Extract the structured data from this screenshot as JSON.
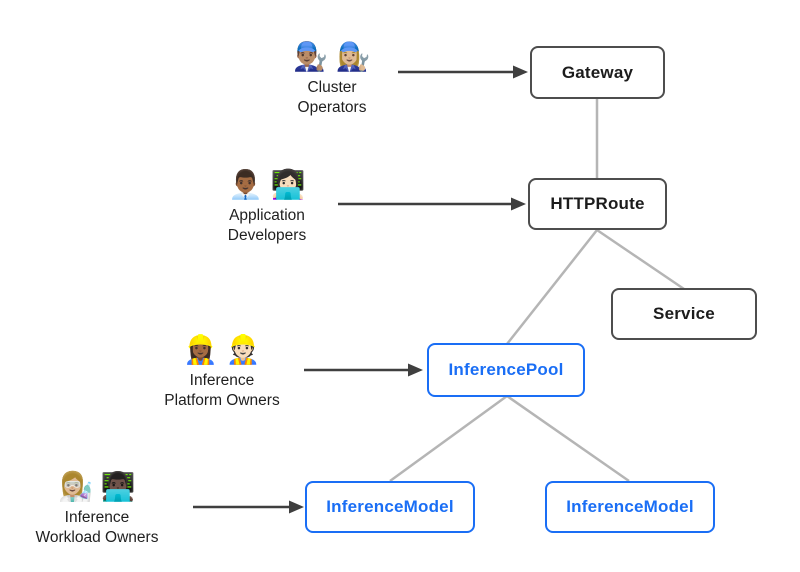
{
  "diagram": {
    "personas": [
      {
        "emojis": "👨🏽‍🔧 👩🏼‍🔧",
        "line1": "Cluster",
        "line2": "Operators"
      },
      {
        "emojis": "👨🏾‍💼 👩🏻‍💻",
        "line1": "Application",
        "line2": "Developers"
      },
      {
        "emojis": "👷🏾‍♀️ 👷🏻",
        "line1": "Inference",
        "line2": "Platform Owners"
      },
      {
        "emojis": "👩🏼‍🔬 👨🏿‍💻",
        "line1": "Inference",
        "line2": "Workload Owners"
      }
    ],
    "nodes": [
      {
        "label": "Gateway",
        "style": "standard"
      },
      {
        "label": "HTTPRoute",
        "style": "standard"
      },
      {
        "label": "Service",
        "style": "standard"
      },
      {
        "label": "InferencePool",
        "style": "inference"
      },
      {
        "label": "InferenceModel",
        "style": "inference"
      },
      {
        "label": "InferenceModel",
        "style": "inference"
      }
    ],
    "colors": {
      "standard_node_border": "#4d4d4d",
      "standard_node_text": "#1c1c1c",
      "inference_node_border": "#1a6ef5",
      "inference_node_text": "#1a6ef5",
      "connector_line": "#b5b5b5",
      "arrow": "#3f3f3f",
      "persona_text": "#1f1f1f",
      "background": "#ffffff"
    }
  }
}
